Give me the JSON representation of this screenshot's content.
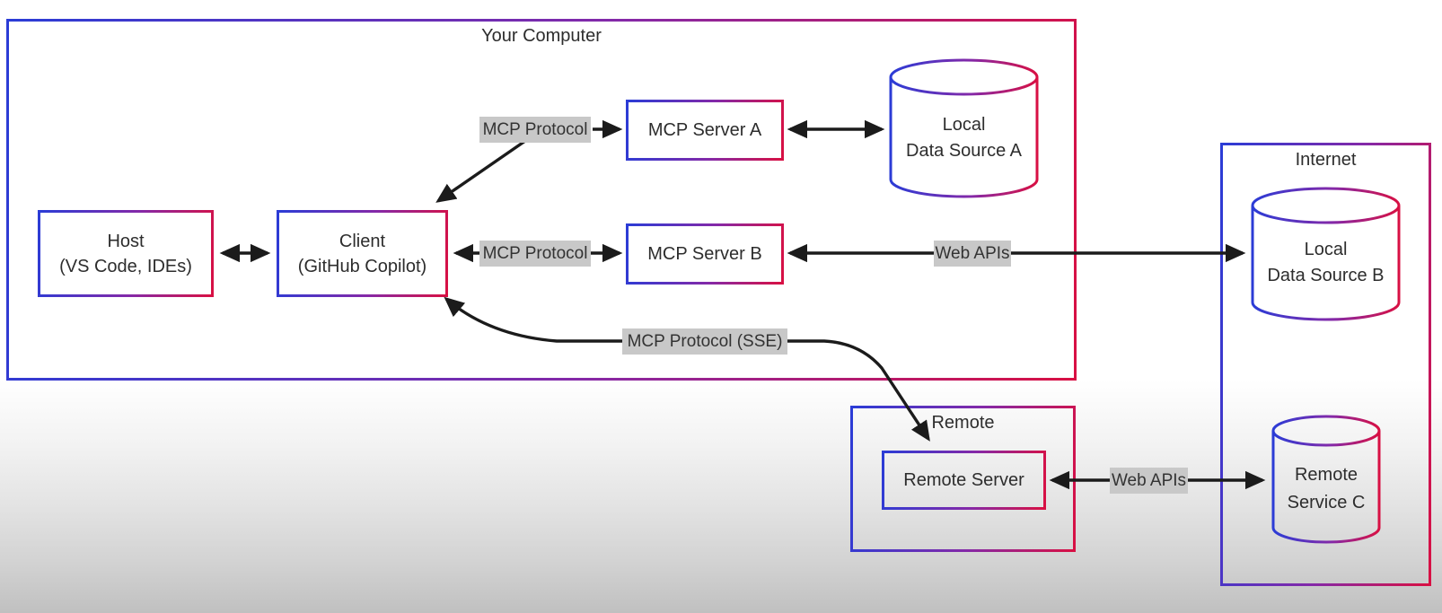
{
  "diagram": {
    "containers": {
      "your_computer": {
        "label": "Your Computer"
      },
      "internet": {
        "label": "Internet"
      },
      "remote": {
        "label": "Remote"
      }
    },
    "nodes": {
      "host": {
        "line1": "Host",
        "line2": "(VS Code, IDEs)"
      },
      "client": {
        "line1": "Client",
        "line2": "(GitHub Copilot)"
      },
      "mcp_server_a": {
        "label": "MCP Server A"
      },
      "mcp_server_b": {
        "label": "MCP Server B"
      },
      "remote_server": {
        "label": "Remote Server"
      },
      "local_data_source_a": {
        "line1": "Local",
        "line2": "Data Source A"
      },
      "local_data_source_b": {
        "line1": "Local",
        "line2": "Data Source B"
      },
      "remote_service_c": {
        "line1": "Remote",
        "line2": "Service C"
      }
    },
    "edge_labels": {
      "mcp_protocol_a": "MCP Protocol",
      "mcp_protocol_b": "MCP Protocol",
      "mcp_protocol_sse": "MCP Protocol (SSE)",
      "web_apis_b": "Web APIs",
      "web_apis_c": "Web APIs"
    },
    "colors": {
      "gradient_start": "#2b3cd6",
      "gradient_mid": "#8429a8",
      "gradient_end": "#d81043",
      "arrow": "#1b1b1b",
      "label_bg": "#c8c8c8",
      "text": "#2d2d2d",
      "page_fade": "#c0c0c0"
    }
  }
}
